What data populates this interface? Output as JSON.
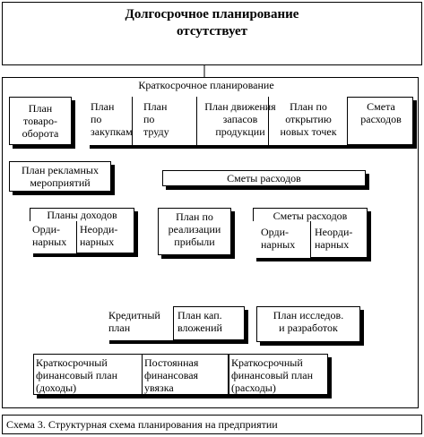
{
  "header": {
    "line1": "Долгосрочное планирование",
    "line2": "отсутствует"
  },
  "section_title": "Краткосрочное планирование",
  "boxes": {
    "trade_plan": "План\nтоваро-\nоборота",
    "purchase_plan": "План\nпо\nзакупкам",
    "labor_plan": "План\nпо\nтруду",
    "stock_plan": "План движения\nзапасов\nпродукции",
    "new_points_plan": "План по\nоткрытию\nновых точек",
    "expense_estimate_top": "Смета\nрасходов",
    "ad_plan": "План рекламных\nмероприятий",
    "expense_estimates_mid": "Сметы расходов",
    "income_plans": {
      "title": "Планы доходов",
      "ordinary": "Орди-\nнарных",
      "extraordinary": "Неорди-\nнарных"
    },
    "profit_plan": "План по\nреализации\nприбыли",
    "expense_estimates_lower": {
      "title": "Сметы расходов",
      "ordinary": "Орди-\nнарных",
      "extraordinary": "Неорди-\nнарных"
    },
    "credit_plan": "Кредитный\nплан",
    "capital_plan": "План кап.\nвложений",
    "research_plan": "План исследов.\nи разработок",
    "fin_income": "Краткосрочный\nфинансовый план\n(доходы)",
    "fin_link": "Постоянная\nфинансовая\nувязка",
    "fin_expense": "Краткосрочный\nфинансовый план\n(расходы)"
  },
  "caption": "Схема 3. Структурная схема планирования на предприятии"
}
